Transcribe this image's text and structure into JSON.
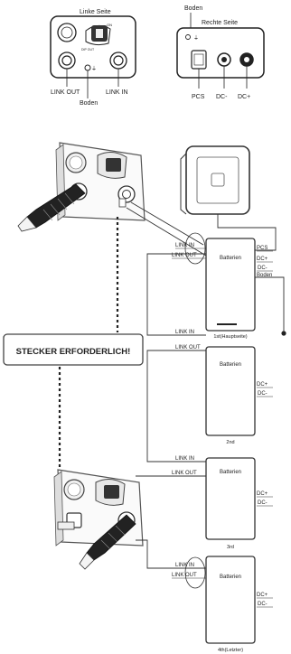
{
  "left_panel": {
    "title": "Linke Seite",
    "link_out": "LINK OUT",
    "link_in": "LINK IN",
    "ground": "Boden",
    "on_label": "ON",
    "dip_out": "DIP OUT"
  },
  "right_panel": {
    "ground_top": "Boden",
    "title": "Rechte Seite",
    "pcs": "PCS",
    "dc_minus": "DC-",
    "dc_plus": "DC+"
  },
  "warning": {
    "text": "STECKER ERFORDERLICH!"
  },
  "ports": {
    "link_in": "LINK IN",
    "link_out": "LINK OUT",
    "pcs": "PCS",
    "dc_plus": "DC+",
    "dc_minus": "DC-",
    "ground": "Boden"
  },
  "batteries": [
    {
      "label": "Batterien",
      "caption": "1st(Hauptseite)"
    },
    {
      "label": "Batterien",
      "caption": "2nd"
    },
    {
      "label": "Batterien",
      "caption": "3rd"
    },
    {
      "label": "Batterien",
      "caption": "4th(Letzter)"
    }
  ]
}
